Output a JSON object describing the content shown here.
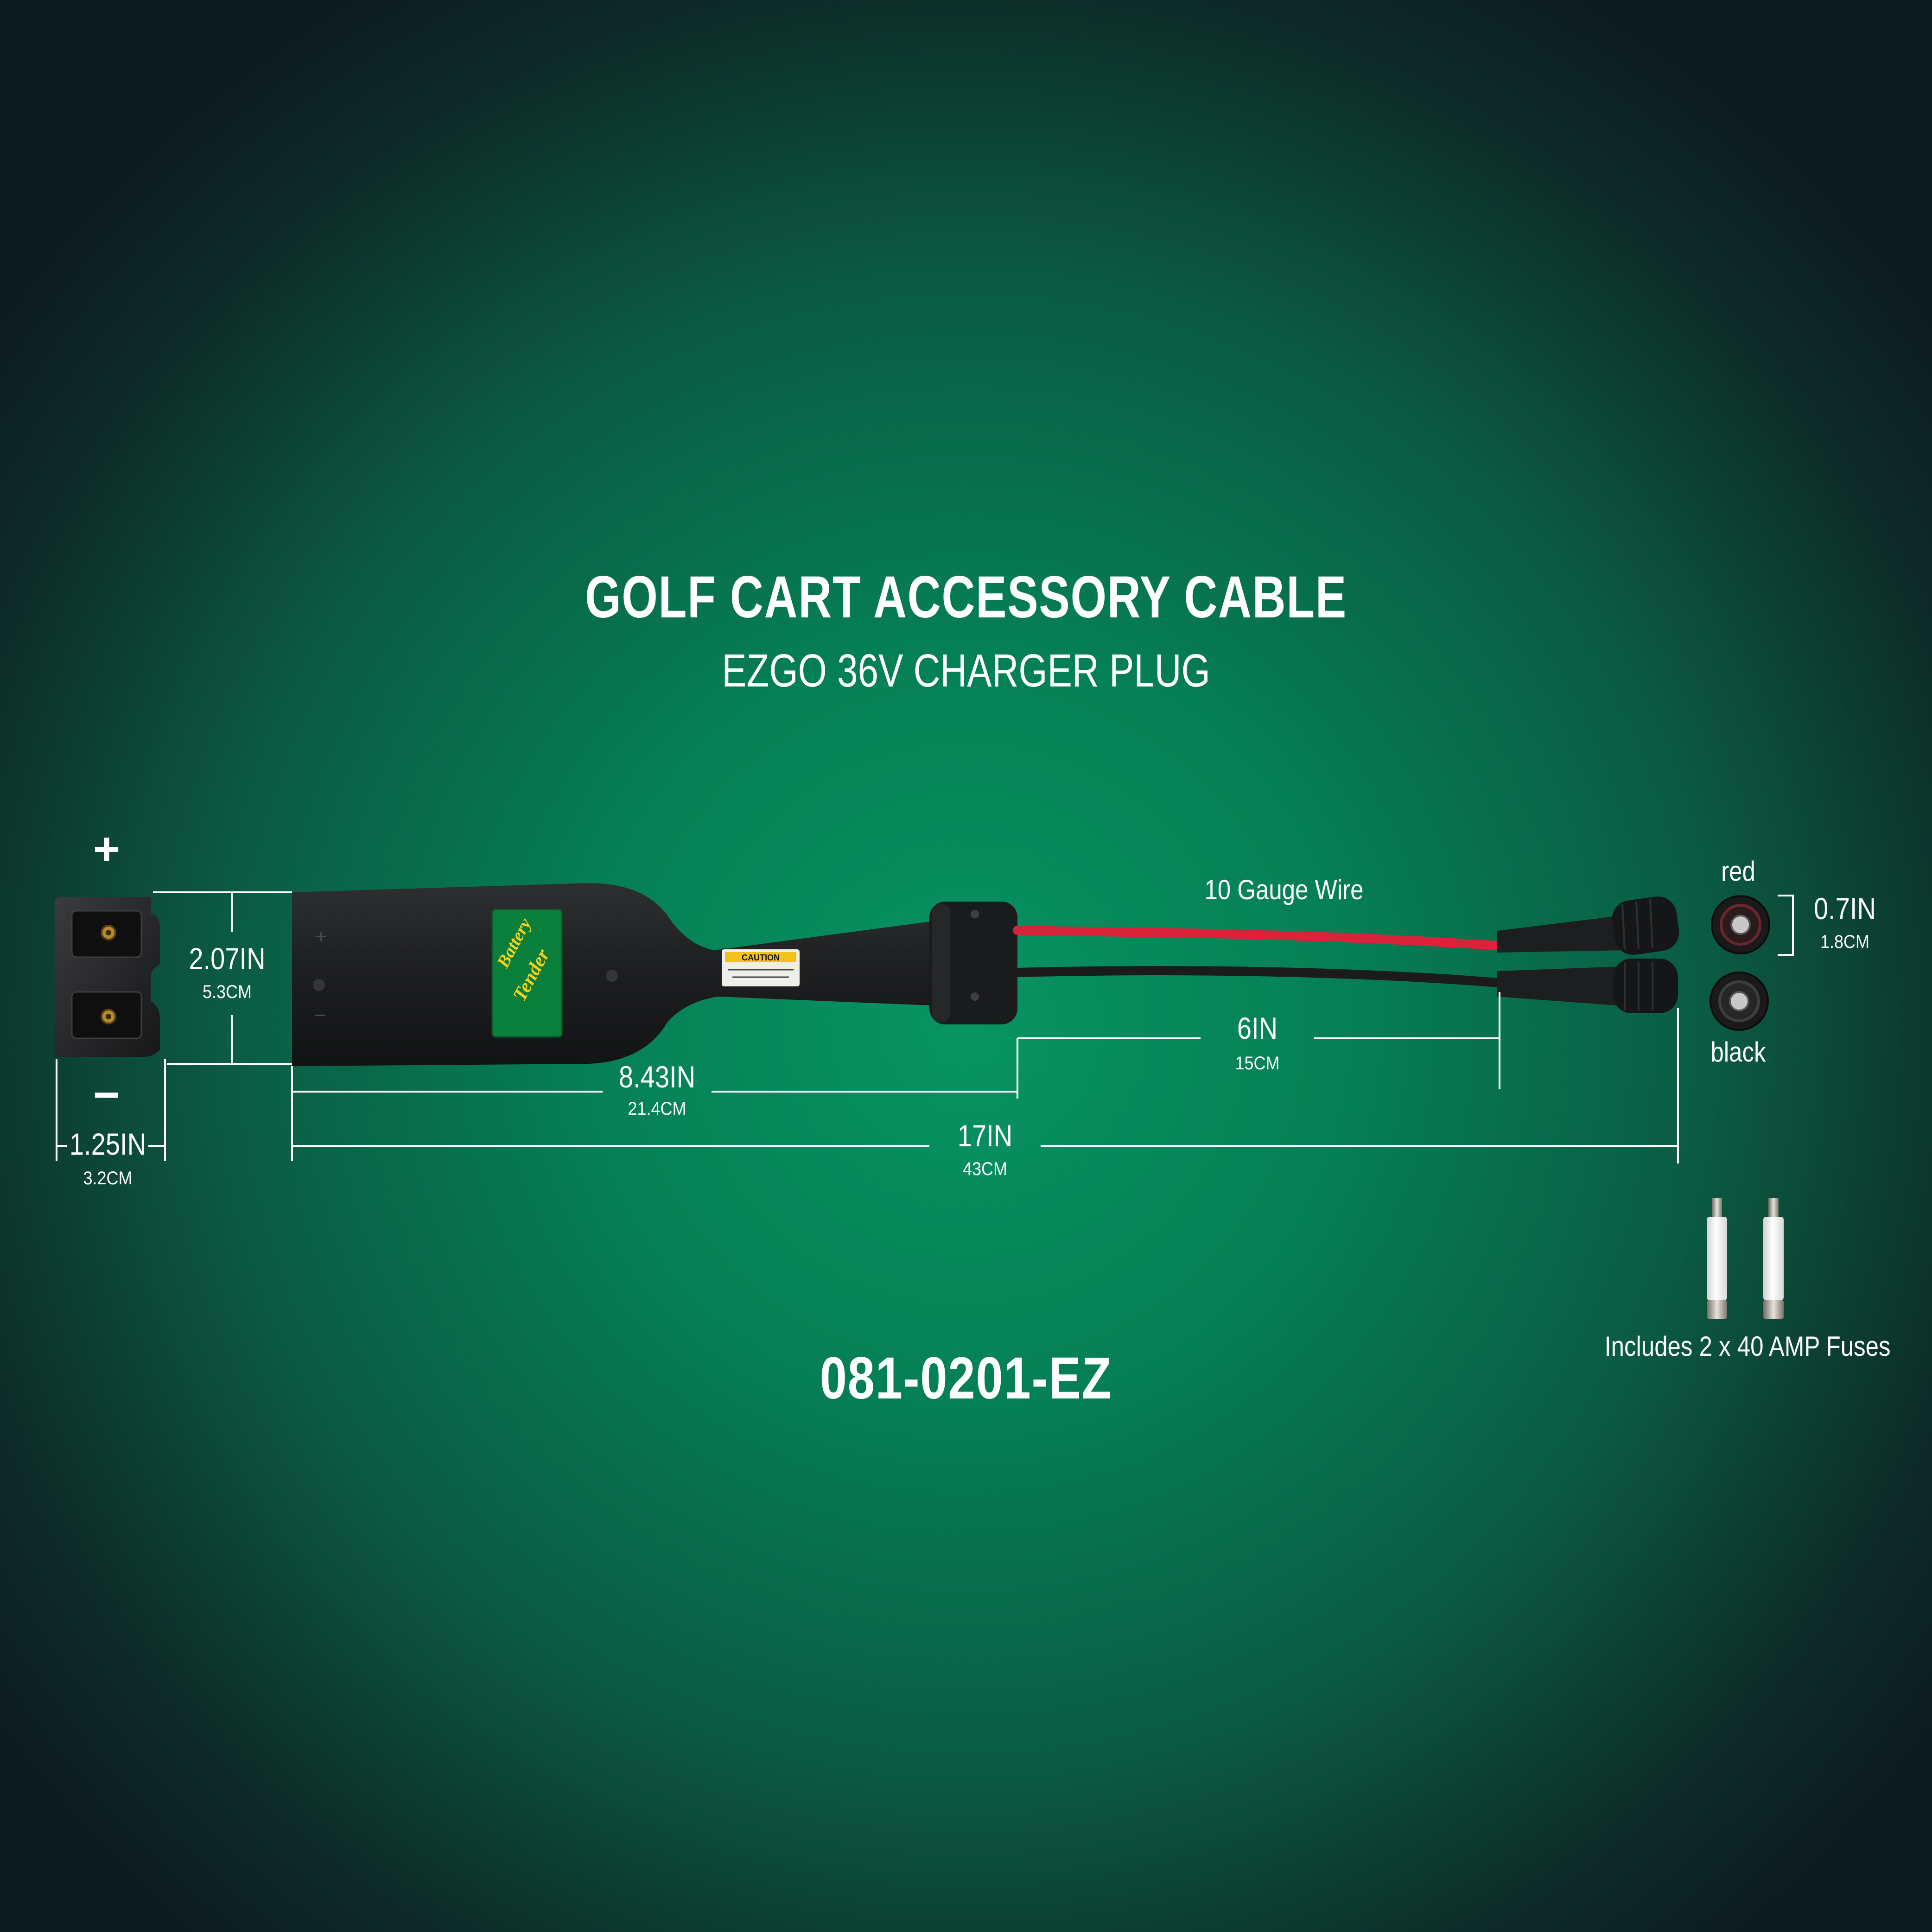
{
  "header": {
    "title": "GOLF CART ACCESSORY CABLE",
    "subtitle": "EZGO 36V CHARGER PLUG"
  },
  "part_number": "081-0201-EZ",
  "plug": {
    "plus_symbol": "+",
    "minus_symbol": "−",
    "width": {
      "inches": "1.25IN",
      "cm": "3.2CM"
    }
  },
  "dimensions": {
    "height": {
      "inches": "2.07IN",
      "cm": "5.3CM"
    },
    "body_length": {
      "inches": "8.43IN",
      "cm": "21.4CM"
    },
    "wire_length": {
      "inches": "6IN",
      "cm": "15CM"
    },
    "total_length": {
      "inches": "17IN",
      "cm": "43CM"
    },
    "terminal_diameter": {
      "inches": "0.7IN",
      "cm": "1.8CM"
    }
  },
  "wire_label": "10 Gauge Wire",
  "terminals": {
    "red_label": "red",
    "black_label": "black"
  },
  "fuses_label": "Includes 2 x 40 AMP Fuses",
  "product_logo": {
    "line1": "Battery",
    "line2": "Tender",
    "caution": "CAUTION"
  },
  "colors": {
    "background_center": "#089462",
    "background_edge": "#0d1b1e",
    "red_wire": "#d8233a",
    "black_wire": "#1b1b1b",
    "logo_green": "#0a7f3c",
    "logo_yellow": "#f6d21c"
  }
}
